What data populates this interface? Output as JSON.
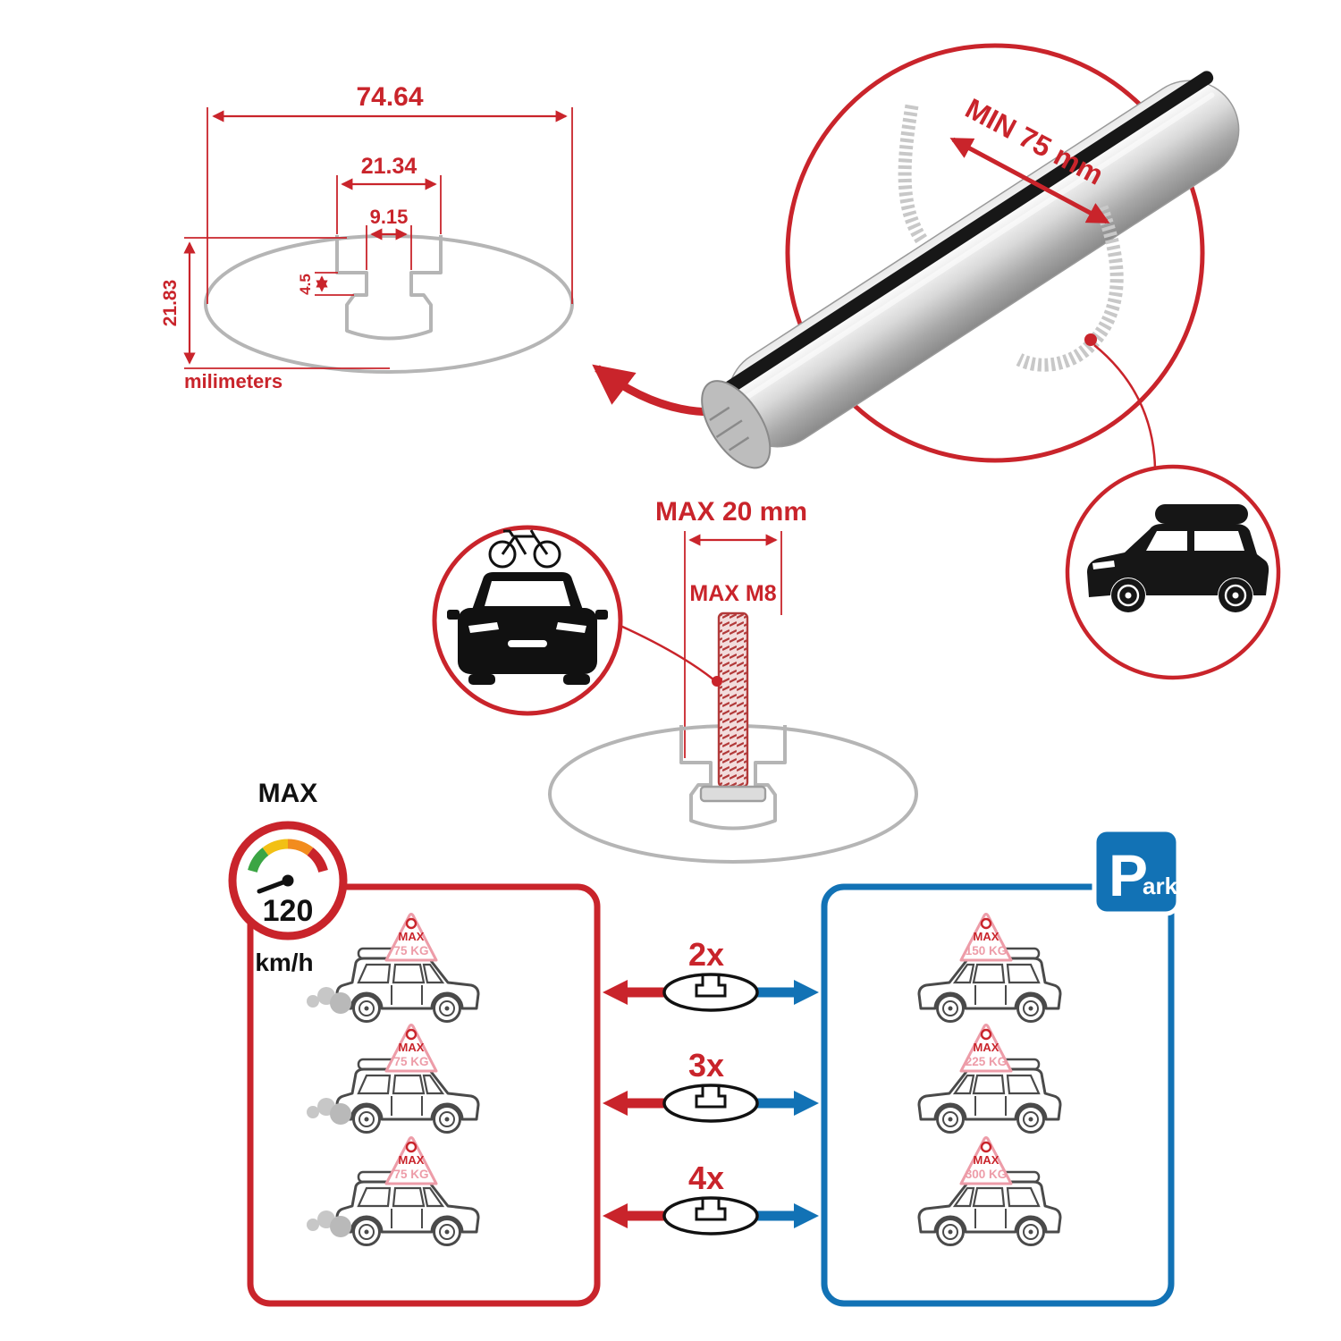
{
  "colors": {
    "red": "#C9242B",
    "blue": "#1272B5",
    "pink": "#ED9CA8",
    "gray": "#B5B5B5"
  },
  "cross_section": {
    "total_width": "74.64",
    "opening_width": "21.34",
    "slot_width": "9.15",
    "lip_depth": "4.5",
    "total_height": "21.83",
    "units": "milimeters"
  },
  "bar_detail": {
    "min_span": "MIN 75 mm"
  },
  "bolt_detail": {
    "max_length": "MAX 20 mm",
    "max_thread": "MAX M8"
  },
  "speed_limit": {
    "label": "MAX",
    "value": "120",
    "units": "km/h"
  },
  "park_sign": {
    "letter": "P",
    "suffix": "ark"
  },
  "load_badge_label": "MAX",
  "rows": [
    {
      "count": "2x",
      "drive_value": "75 KG",
      "park_value": "150 KG"
    },
    {
      "count": "3x",
      "drive_value": "75 KG",
      "park_value": "225 KG"
    },
    {
      "count": "4x",
      "drive_value": "75 KG",
      "park_value": "300 KG"
    }
  ]
}
